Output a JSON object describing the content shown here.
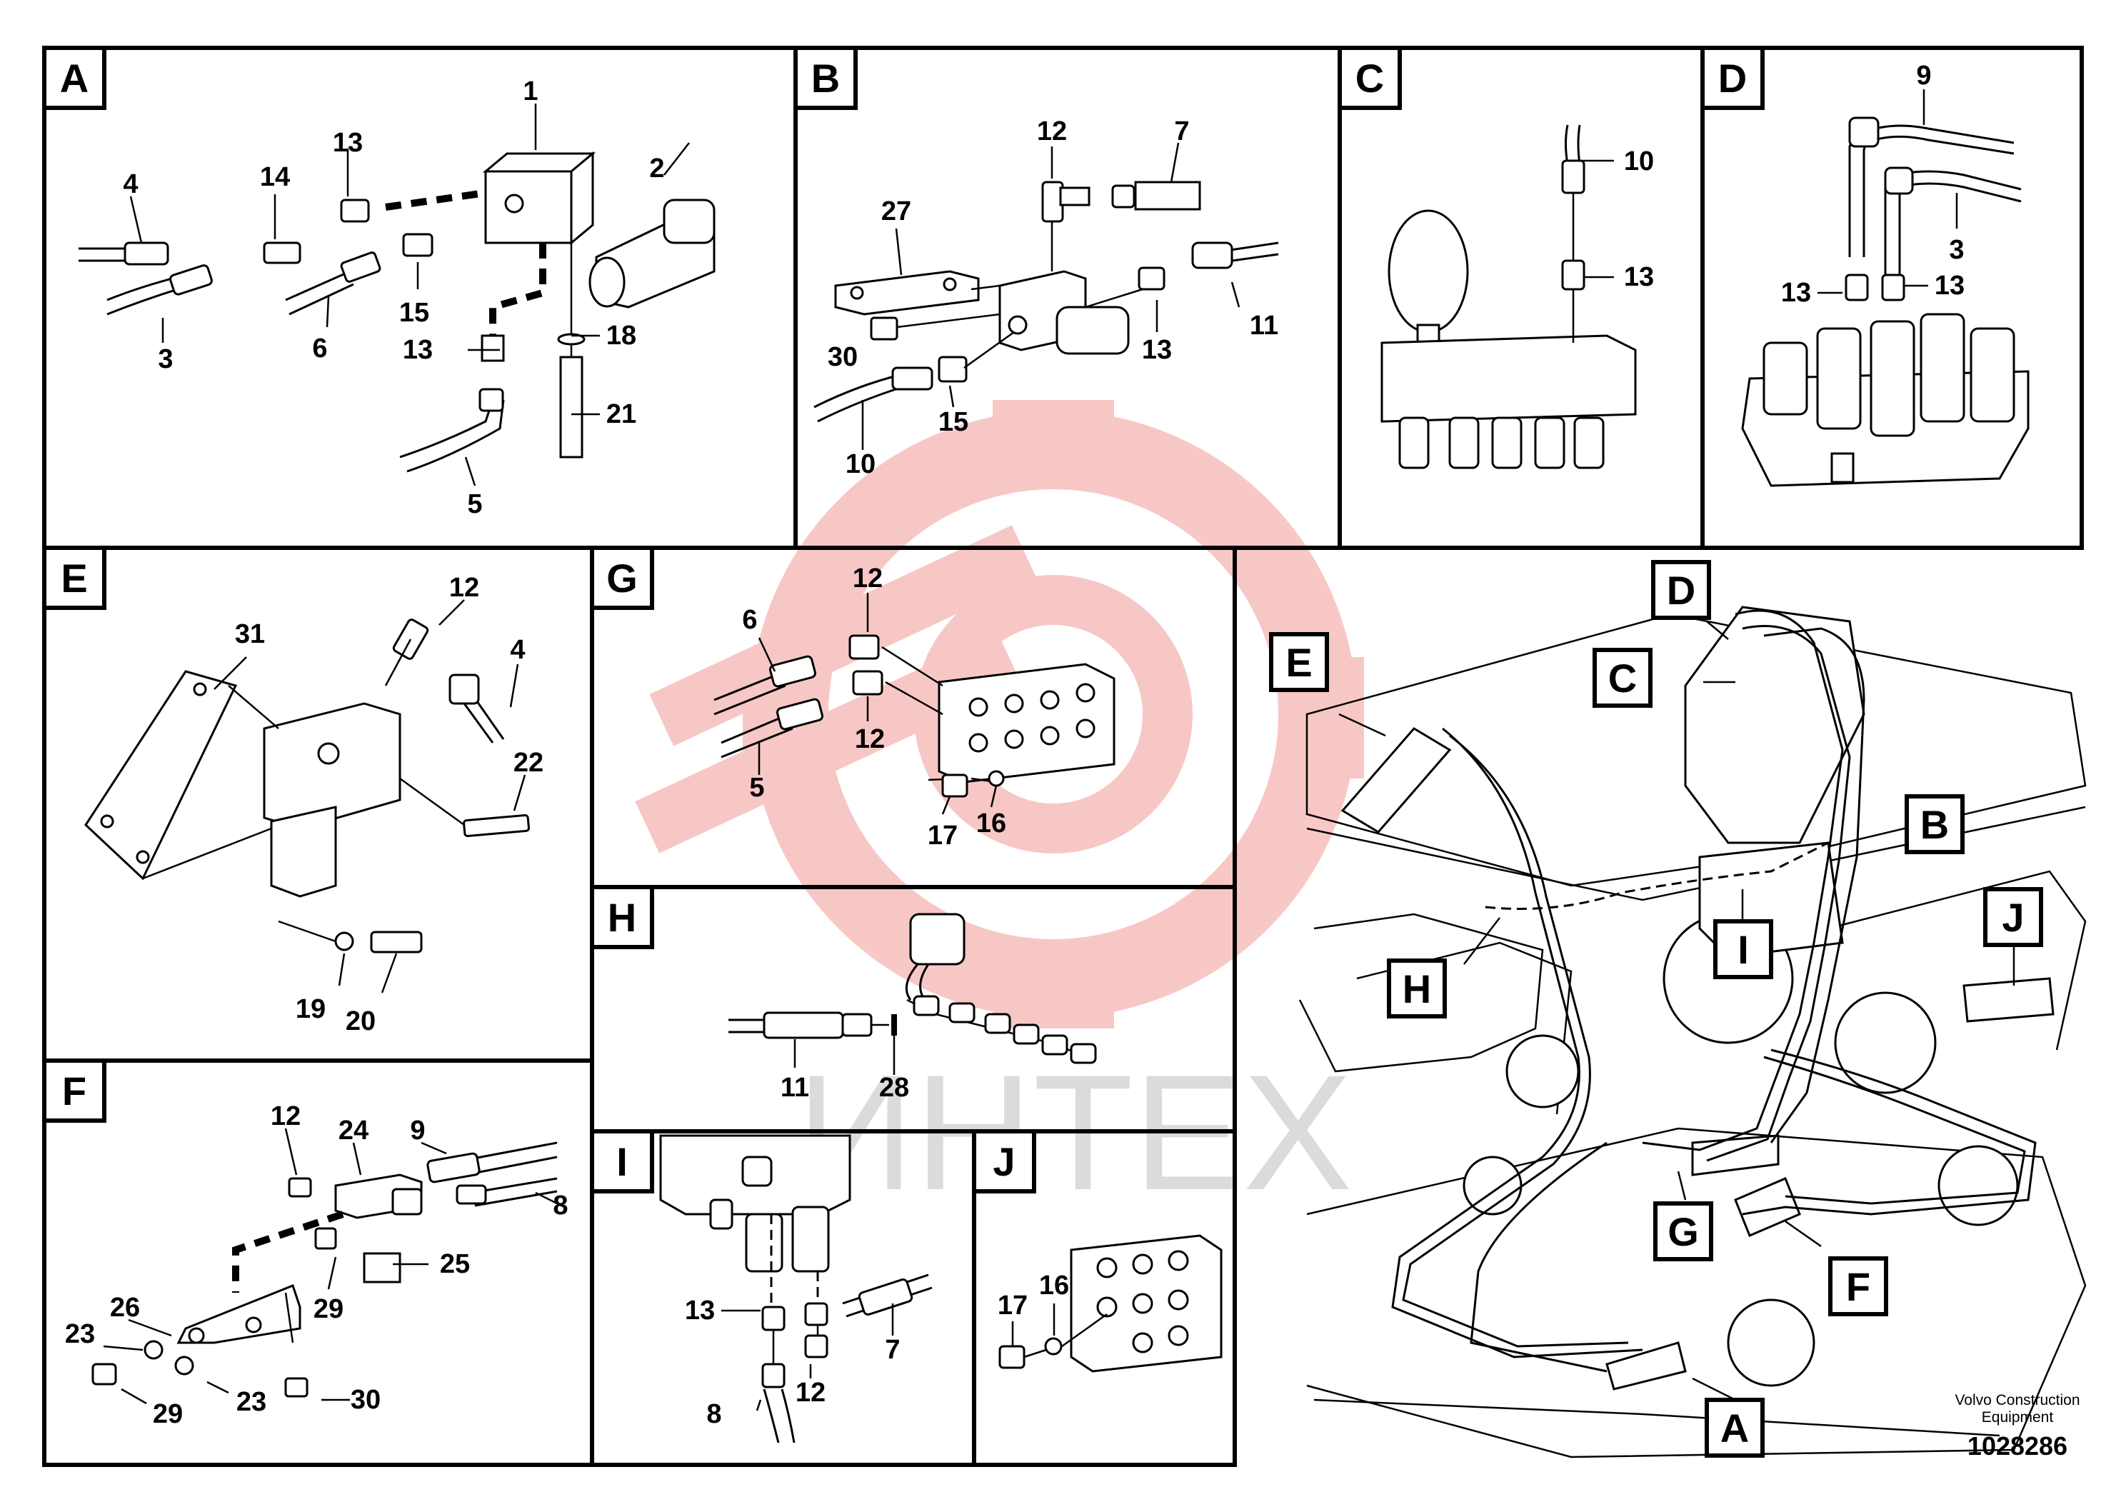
{
  "watermark": {
    "text": "ИНТЕХ",
    "color": "#e53935"
  },
  "footer": {
    "company": "Volvo Construction Equipment",
    "doc_number": "1028286"
  },
  "panels": {
    "A": {
      "label": "A",
      "callouts": [
        "1",
        "2",
        "13",
        "14",
        "4",
        "3",
        "6",
        "15",
        "13",
        "18",
        "21",
        "5"
      ]
    },
    "B": {
      "label": "B",
      "callouts": [
        "12",
        "7",
        "27",
        "30",
        "13",
        "11",
        "10",
        "15"
      ]
    },
    "C": {
      "label": "C",
      "callouts": [
        "10",
        "13"
      ]
    },
    "D": {
      "label": "D",
      "callouts": [
        "9",
        "3",
        "13",
        "13"
      ]
    },
    "E": {
      "label": "E",
      "callouts": [
        "12",
        "31",
        "4",
        "22",
        "19",
        "20"
      ]
    },
    "F": {
      "label": "F",
      "callouts": [
        "12",
        "24",
        "9",
        "8",
        "25",
        "26",
        "23",
        "29",
        "23",
        "29",
        "30"
      ]
    },
    "G": {
      "label": "G",
      "callouts": [
        "12",
        "6",
        "12",
        "5",
        "17",
        "16"
      ]
    },
    "H": {
      "label": "H",
      "callouts": [
        "11",
        "28"
      ]
    },
    "I": {
      "label": "I",
      "callouts": [
        "13",
        "7",
        "8",
        "12"
      ]
    },
    "J": {
      "label": "J",
      "callouts": [
        "17",
        "16"
      ]
    }
  },
  "overview_labels": [
    "D",
    "C",
    "E",
    "B",
    "I",
    "J",
    "H",
    "G",
    "F",
    "A"
  ]
}
